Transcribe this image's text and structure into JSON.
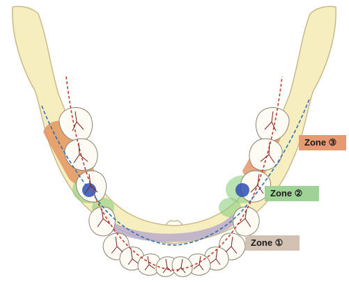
{
  "zones": [
    {
      "id": "zone3",
      "label": "Zone ③",
      "color": "#e79a72"
    },
    {
      "id": "zone2",
      "label": "Zone ②",
      "color": "#9ed296"
    },
    {
      "id": "zone1",
      "label": "Zone ①",
      "color": "#d2c2b3"
    }
  ],
  "colors": {
    "bone_fill": "#f7eec0",
    "bone_stroke": "#c9b98a",
    "tooth_fill": "#fdfbf4",
    "tooth_stroke": "#8a8272",
    "root_line": "#7a1d1d",
    "arch_line_red": "#c0392b",
    "arch_line_blue": "#2f6fb0",
    "zone3_region": "#e08a55",
    "zone2_region": "#8ccf7e",
    "zone2_center": "#2d4fb5",
    "zone1_band": "#b9abc9"
  }
}
